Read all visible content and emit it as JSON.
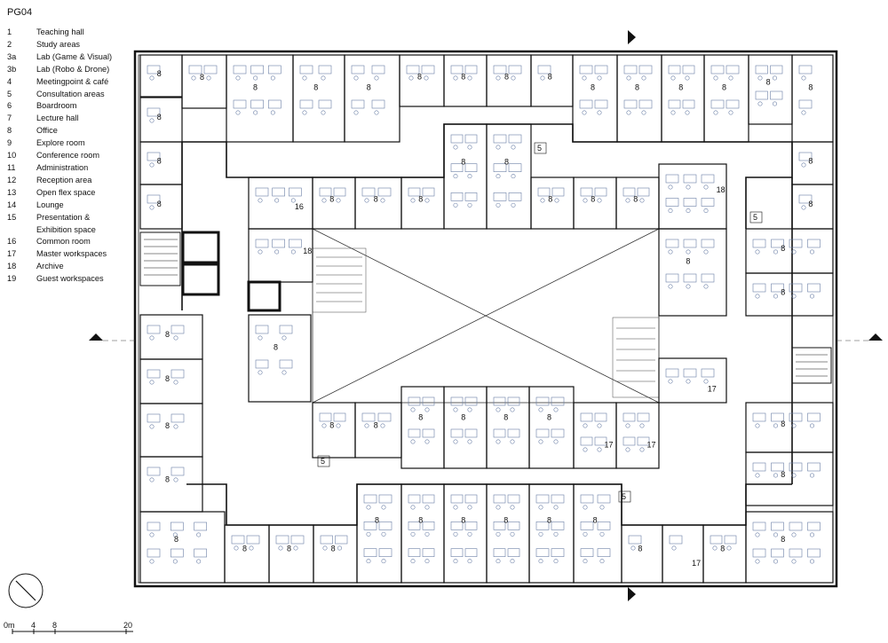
{
  "sheet_title": "PG04",
  "legend": [
    {
      "num": "1",
      "label": "Teaching hall"
    },
    {
      "num": "2",
      "label": "Study areas"
    },
    {
      "num": "3a",
      "label": "Lab (Game & Visual)"
    },
    {
      "num": "3b",
      "label": "Lab (Robo & Drone)"
    },
    {
      "num": "4",
      "label": "Meetingpoint & café"
    },
    {
      "num": "5",
      "label": "Consultation areas"
    },
    {
      "num": "6",
      "label": "Boardroom"
    },
    {
      "num": "7",
      "label": "Lecture hall"
    },
    {
      "num": "8",
      "label": "Office"
    },
    {
      "num": "9",
      "label": "Explore room"
    },
    {
      "num": "10",
      "label": "Conference room"
    },
    {
      "num": "11",
      "label": "Administration"
    },
    {
      "num": "12",
      "label": "Reception area"
    },
    {
      "num": "13",
      "label": "Open flex space"
    },
    {
      "num": "14",
      "label": "Lounge"
    },
    {
      "num": "15",
      "label": "Presentation &\nExhibition space"
    },
    {
      "num": "16",
      "label": "Common room"
    },
    {
      "num": "17",
      "label": "Master workspaces"
    },
    {
      "num": "18",
      "label": "Archive"
    },
    {
      "num": "19",
      "label": "Guest workspaces"
    }
  ],
  "room_numbers": {
    "office": "8",
    "archive": "18",
    "common_room": "16",
    "master_workspaces": "17",
    "consultation": "5"
  },
  "scale_bar": {
    "ticks": [
      "0m",
      "4",
      "8",
      "20"
    ]
  },
  "colors": {
    "walls": "#111111",
    "furniture": "#6b7fa6",
    "line": "#444444"
  }
}
